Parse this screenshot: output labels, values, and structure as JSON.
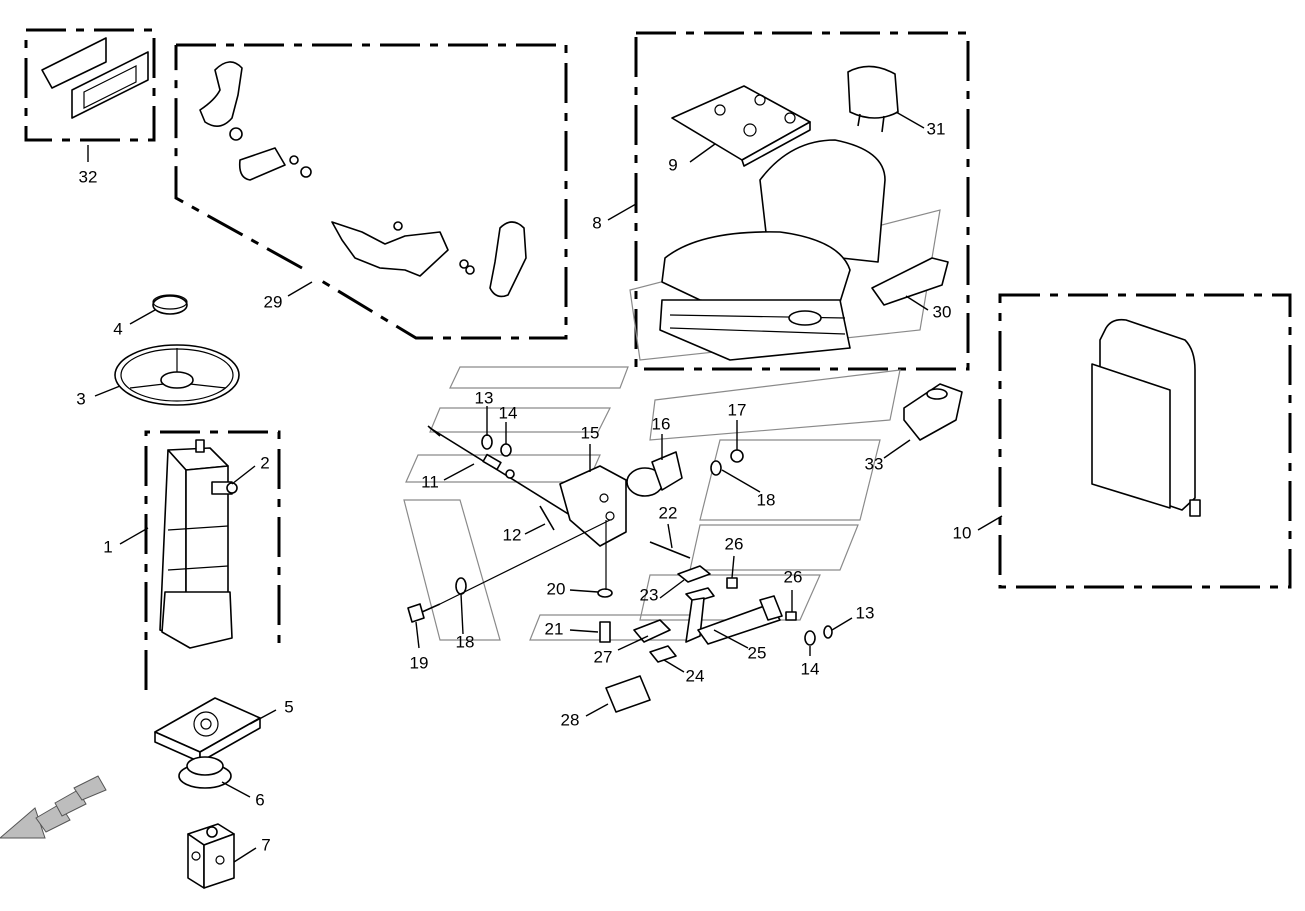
{
  "parts": [
    {
      "key": "p1",
      "number": "1"
    },
    {
      "key": "p2",
      "number": "2"
    },
    {
      "key": "p3",
      "number": "3"
    },
    {
      "key": "p4",
      "number": "4"
    },
    {
      "key": "p5",
      "number": "5"
    },
    {
      "key": "p6",
      "number": "6"
    },
    {
      "key": "p7",
      "number": "7"
    },
    {
      "key": "p8",
      "number": "8"
    },
    {
      "key": "p9",
      "number": "9"
    },
    {
      "key": "p10",
      "number": "10"
    },
    {
      "key": "p11",
      "number": "11"
    },
    {
      "key": "p12",
      "number": "12"
    },
    {
      "key": "p13a",
      "number": "13"
    },
    {
      "key": "p13b",
      "number": "13"
    },
    {
      "key": "p14a",
      "number": "14"
    },
    {
      "key": "p14b",
      "number": "14"
    },
    {
      "key": "p15",
      "number": "15"
    },
    {
      "key": "p16",
      "number": "16"
    },
    {
      "key": "p17",
      "number": "17"
    },
    {
      "key": "p18a",
      "number": "18"
    },
    {
      "key": "p18b",
      "number": "18"
    },
    {
      "key": "p19",
      "number": "19"
    },
    {
      "key": "p20",
      "number": "20"
    },
    {
      "key": "p21",
      "number": "21"
    },
    {
      "key": "p22",
      "number": "22"
    },
    {
      "key": "p23",
      "number": "23"
    },
    {
      "key": "p24",
      "number": "24"
    },
    {
      "key": "p25",
      "number": "25"
    },
    {
      "key": "p26a",
      "number": "26"
    },
    {
      "key": "p26b",
      "number": "26"
    },
    {
      "key": "p27",
      "number": "27"
    },
    {
      "key": "p28",
      "number": "28"
    },
    {
      "key": "p29",
      "number": "29"
    },
    {
      "key": "p30",
      "number": "30"
    },
    {
      "key": "p31",
      "number": "31"
    },
    {
      "key": "p32",
      "number": "32"
    },
    {
      "key": "p33",
      "number": "33"
    }
  ],
  "icons": {
    "direction_arrow": "arrow-down-left-icon"
  }
}
